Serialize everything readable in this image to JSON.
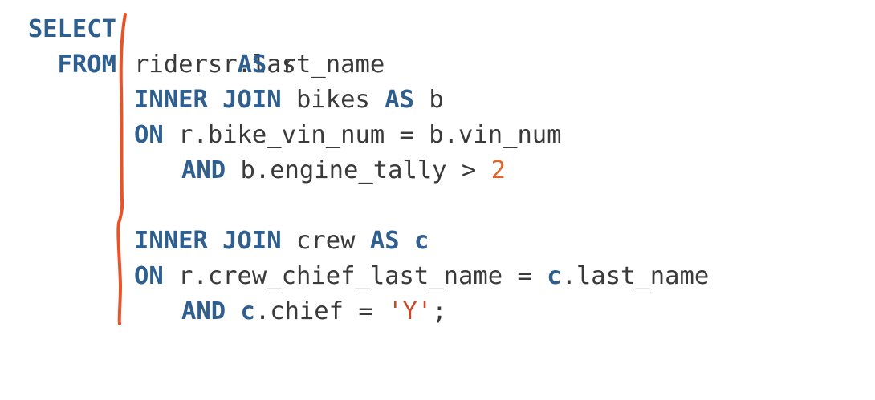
{
  "code": {
    "select_kw": "SELECT",
    "from_kw": "FROM",
    "line1": {
      "text": "r.last_name"
    },
    "line2": {
      "table": "riders",
      "as_kw": "AS",
      "alias": "r"
    },
    "line3": {
      "join_kw": "INNER JOIN",
      "table": "bikes",
      "as_kw": "AS",
      "alias": "b"
    },
    "line4": {
      "on_kw": "ON",
      "cond": "r.bike_vin_num = b.vin_num"
    },
    "line5": {
      "and_kw": "AND",
      "cond": "b.engine_tally > ",
      "number": "2"
    },
    "line6": {
      "join_kw": "INNER JOIN",
      "table": "crew",
      "as_kw": "AS",
      "alias": "c"
    },
    "line7": {
      "on_kw": "ON",
      "cond_a": "r.crew_chief_last_name = ",
      "alias_ref": "c",
      "cond_b": ".last_name"
    },
    "line8": {
      "and_kw": "AND",
      "alias_ref": "c",
      "cond": ".chief = ",
      "string": "'Y'",
      "terminator": ";"
    }
  },
  "colors": {
    "keyword": "#2e5f8e",
    "identifier": "#3a3a3a",
    "number": "#e0662c",
    "string": "#c94a2a",
    "river_line": "#e8542a"
  }
}
